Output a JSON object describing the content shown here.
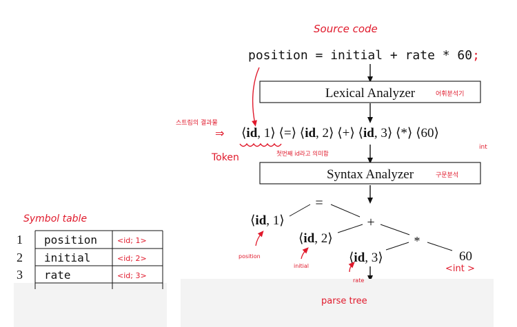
{
  "annotation_color": "#e0192b",
  "ink_color": "#111111",
  "source": {
    "heading": "Source code",
    "statement": "position = initial + rate * 60",
    "semicolon": ";"
  },
  "stages": [
    {
      "label": "Lexical Analyzer",
      "note": "어휘분석기"
    },
    {
      "label": "Syntax Analyzer",
      "note": "구문분석"
    }
  ],
  "tokens": [
    {
      "name": "id",
      "attr": "1"
    },
    {
      "name": "=",
      "attr": ""
    },
    {
      "name": "id",
      "attr": "2"
    },
    {
      "name": "+",
      "attr": ""
    },
    {
      "name": "id",
      "attr": "3"
    },
    {
      "name": "*",
      "attr": ""
    },
    {
      "name": "60",
      "attr": ""
    }
  ],
  "token_notes": {
    "left_arrow_note": "스트림의 결과물",
    "token_label": "Token",
    "under_note": "첫번째 id라고 의미함",
    "int_note": "int"
  },
  "parse_tree": {
    "root": "=",
    "plus": "+",
    "times": "*",
    "leaf_id1": {
      "name": "id",
      "attr": "1"
    },
    "leaf_id2": {
      "name": "id",
      "attr": "2"
    },
    "leaf_id3": {
      "name": "id",
      "attr": "3"
    },
    "leaf_num": "60",
    "notes": {
      "position": "position",
      "initial": "initial",
      "rate": "rate",
      "num": "<int >",
      "caption": "parse tree"
    }
  },
  "symbol_table": {
    "title": "Symbol table",
    "rows": [
      {
        "index": "1",
        "name": "position",
        "note": "<id; 1>"
      },
      {
        "index": "2",
        "name": "initial",
        "note": "<id; 2>"
      },
      {
        "index": "3",
        "name": "rate",
        "note": "<id; 3>"
      }
    ]
  }
}
